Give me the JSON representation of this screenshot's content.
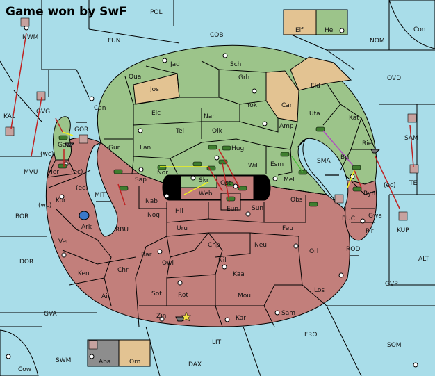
{
  "game": {
    "result": "Game won by SwF",
    "colors": {
      "sea": "#a9dde9",
      "land_green": "#9cc48a",
      "land_red": "#c27f7b",
      "land_tan": "#e3c392",
      "land_gray": "#8d8d8d"
    }
  },
  "regions": {
    "POL": "POL",
    "NWM": "NWM",
    "FUN": "FUN",
    "COB": "COB",
    "Elf": "Elf",
    "Hel": "Hel",
    "Con": "Con",
    "NOM": "NOM",
    "OVD": "OVD",
    "Jad": "Jad",
    "Sch": "Sch",
    "Qua": "Qua",
    "Jos": "Jos",
    "Grh": "Grh",
    "Eld": "Eld",
    "Can": "Can",
    "Elc": "Elc",
    "Nar": "Nar",
    "Yok": "Yok",
    "Car": "Car",
    "Uta": "Uta",
    "Kat": "Kat",
    "KAL": "KAL",
    "GVG": "GVG",
    "GOR": "GOR",
    "Tel": "Tel",
    "Olk": "Olk",
    "Amp": "Amp",
    "Gaw": "Gaw",
    "Gur": "Gur",
    "Lan": "Lan",
    "Hug": "Hug",
    "Rie": "Rie",
    "SAM": "SAM",
    "wc1": "(wc)",
    "Her": "Her",
    "ec1": "(ec)",
    "MVU": "MVU",
    "Wil": "Wil",
    "Esm": "Esm",
    "SMA": "SMA",
    "Bri": "Bri",
    "Nor": "Nor",
    "Sap": "Sap",
    "Skr": "Skr",
    "Ost": "Ost",
    "Mel": "Mel",
    "Byn": "Byn",
    "ec2": "(ec)",
    "TEI": "TEI",
    "Web": "Web",
    "ec3": "(ec)",
    "Kor": "Kor",
    "Nab": "Nab",
    "MIT": "MIT",
    "Obs": "Obs",
    "Gwa": "Gwa",
    "wc2": "(wc)",
    "Eun": "Eun",
    "Sun": "Sun",
    "Hil": "Hil",
    "BOR": "BOR",
    "Nog": "Nog",
    "BUC": "BUC",
    "Pir": "Pir",
    "KUP": "KUP",
    "Ark": "Ark",
    "RBU": "RBU",
    "Uru": "Uru",
    "Feu": "Feu",
    "Ver": "Ver",
    "Chp": "Chp",
    "Neu": "Neu",
    "Orl": "Orl",
    "ROD": "ROD",
    "DOR": "DOR",
    "Bar": "Bar",
    "Qwi": "Qwi",
    "Nil": "Nil",
    "ALT": "ALT",
    "Ken": "Ken",
    "Chr": "Chr",
    "Kaa": "Kaa",
    "GVP": "GVP",
    "Ail": "Ail",
    "Sot": "Sot",
    "Rot": "Rot",
    "Mou": "Mou",
    "Los": "Los",
    "GVA": "GVA",
    "Zin": "Zin",
    "Kar": "Kar",
    "Sam": "Sam",
    "FRO": "FRO",
    "LIT": "LIT",
    "SOM": "SOM",
    "SWM": "SWM",
    "Aba": "Aba",
    "Orn": "Orn",
    "Cow": "Cow",
    "DAX": "DAX"
  }
}
